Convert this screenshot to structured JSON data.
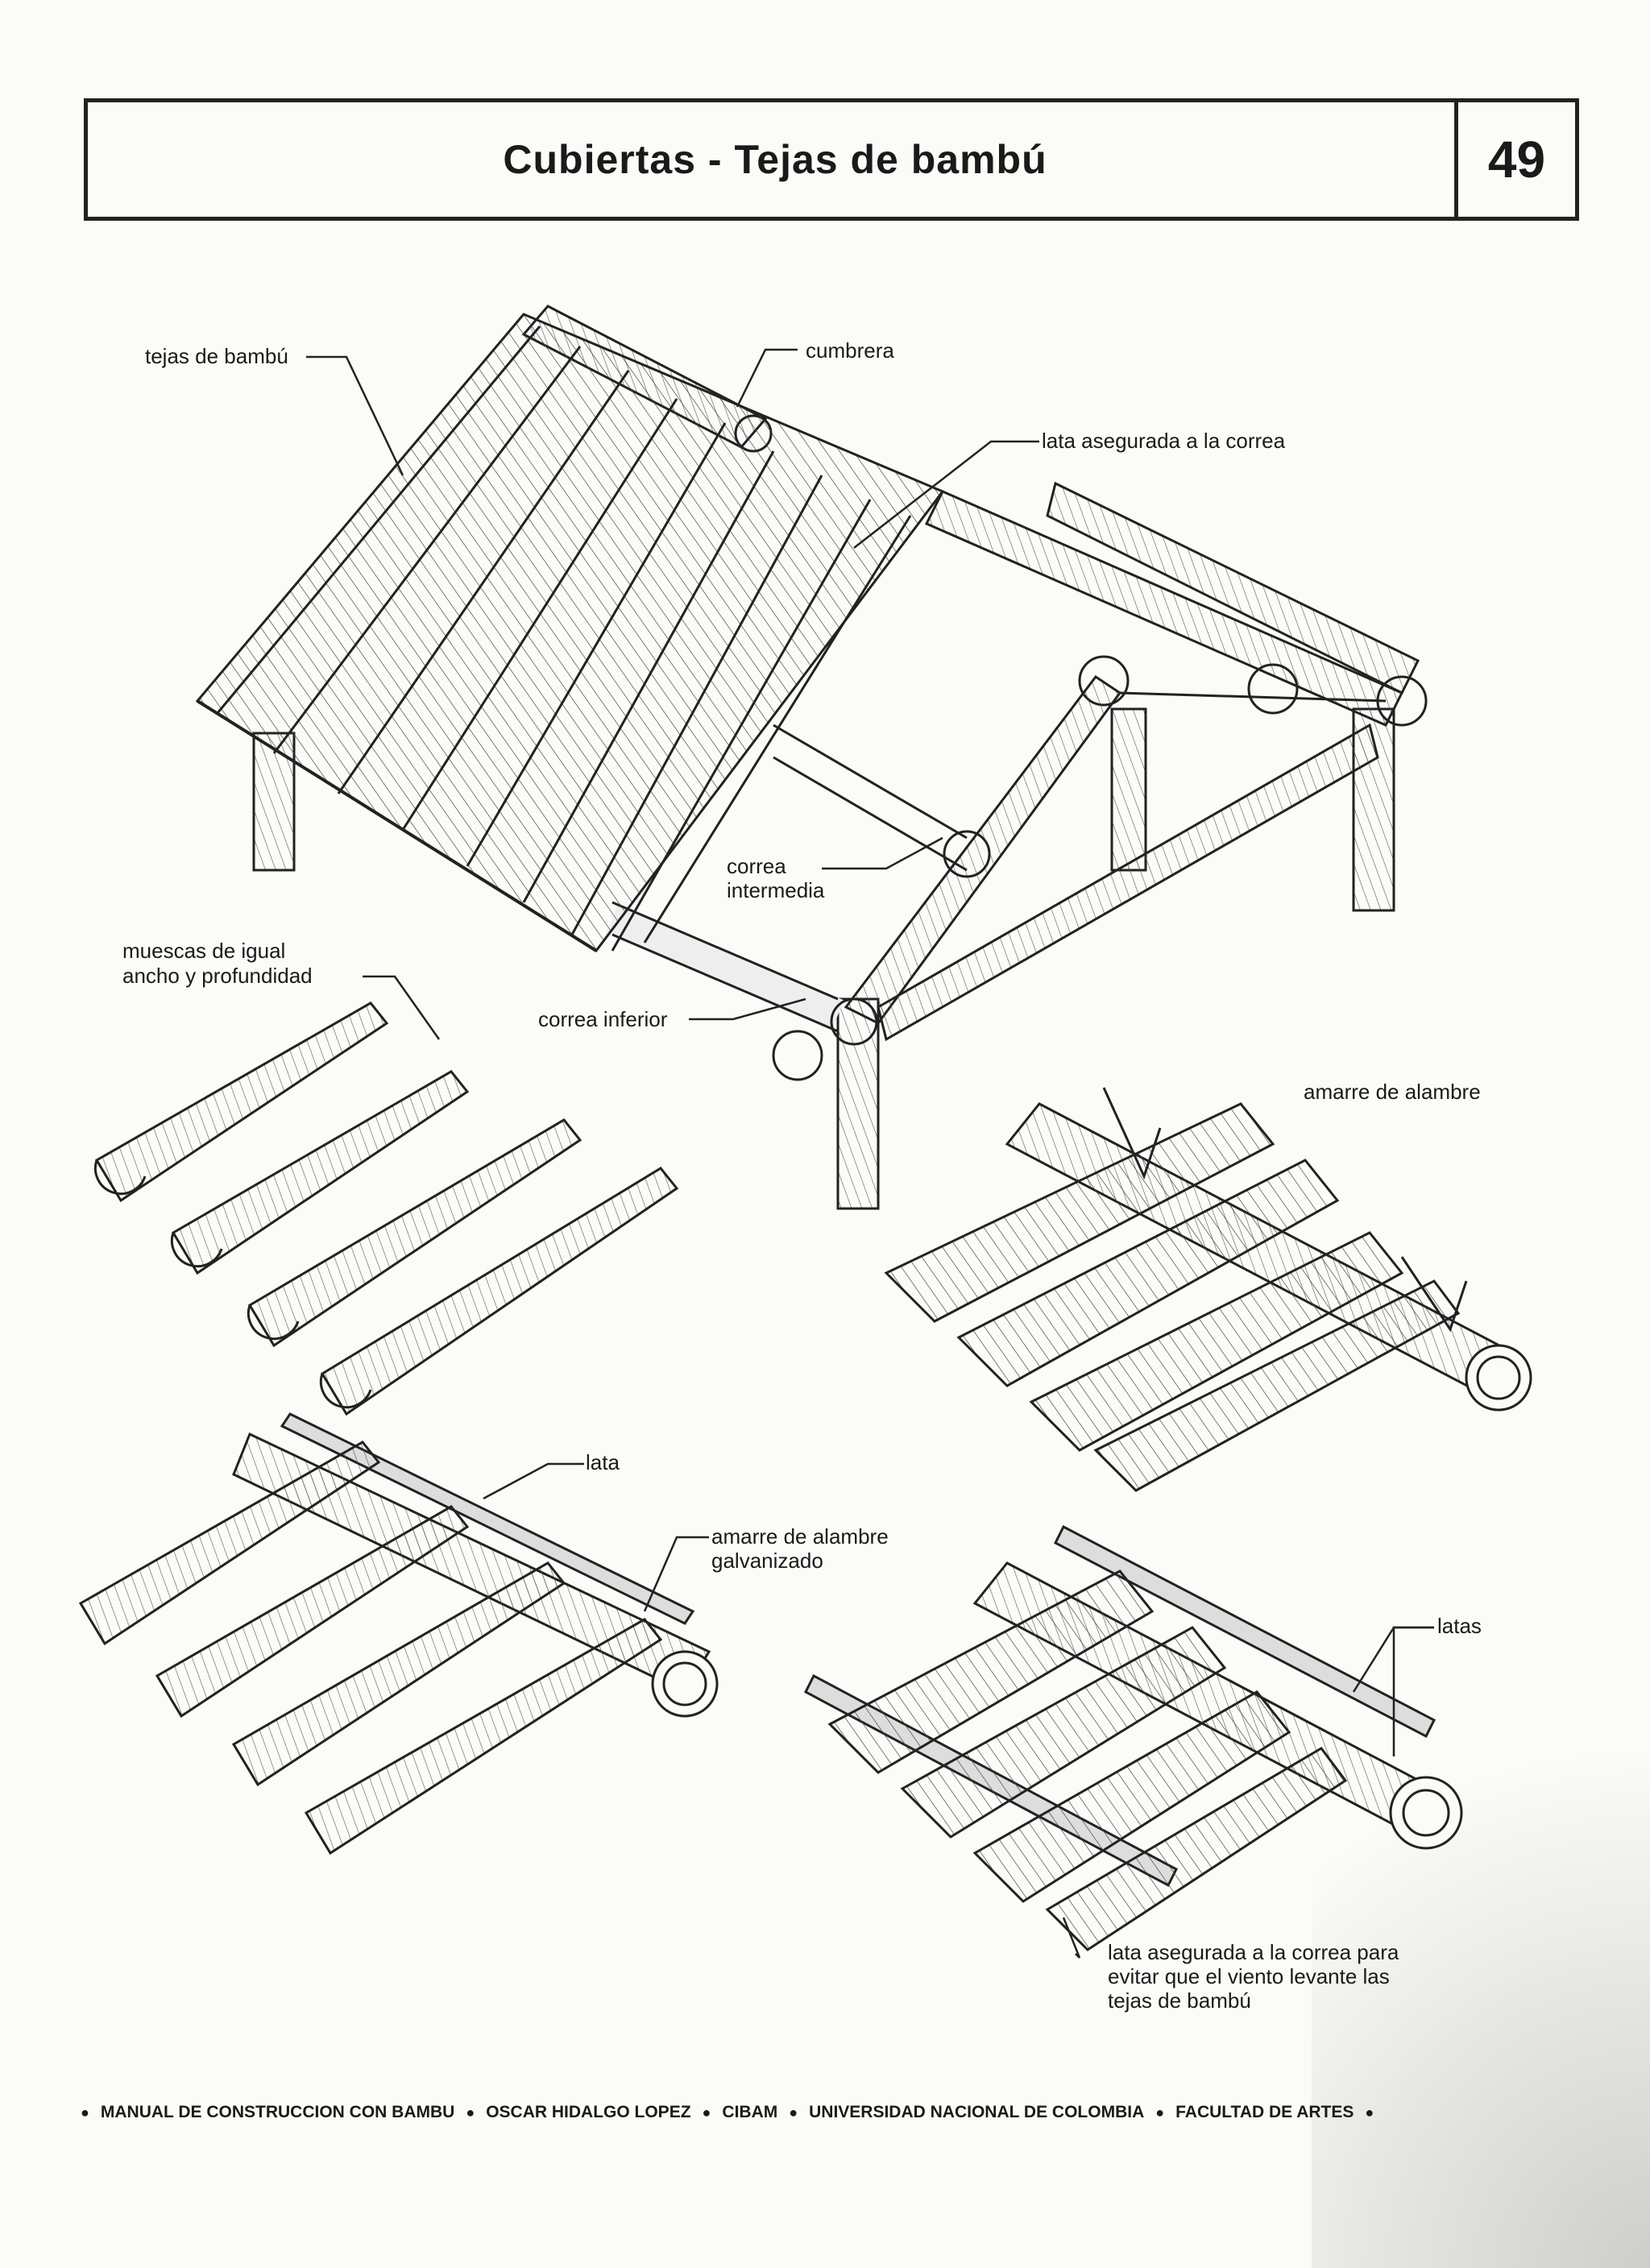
{
  "header": {
    "title": "Cubiertas - Tejas de bambú",
    "page_number": "49"
  },
  "labels": {
    "tejas": "tejas de bambú",
    "cumbrera": "cumbrera",
    "lata_asegurada": "lata asegurada a la correa",
    "correa_intermedia_1": "correa",
    "correa_intermedia_2": "intermedia",
    "correa_inferior": "correa inferior",
    "muescas_1": "muescas de igual",
    "muescas_2": "ancho y profundidad",
    "amarre_alambre": "amarre de alambre",
    "lata": "lata",
    "amarre_galv_1": "amarre de alambre",
    "amarre_galv_2": "galvanizado",
    "latas": "latas",
    "nota_1": "lata asegurada a la correa para",
    "nota_2": "evitar que el viento levante las",
    "nota_3": "tejas de bambú"
  },
  "footer": {
    "items": [
      "MANUAL DE CONSTRUCCION CON BAMBU",
      "OSCAR HIDALGO LOPEZ",
      "CIBAM",
      "UNIVERSIDAD NACIONAL DE COLOMBIA",
      "FACULTAD DE ARTES"
    ]
  }
}
